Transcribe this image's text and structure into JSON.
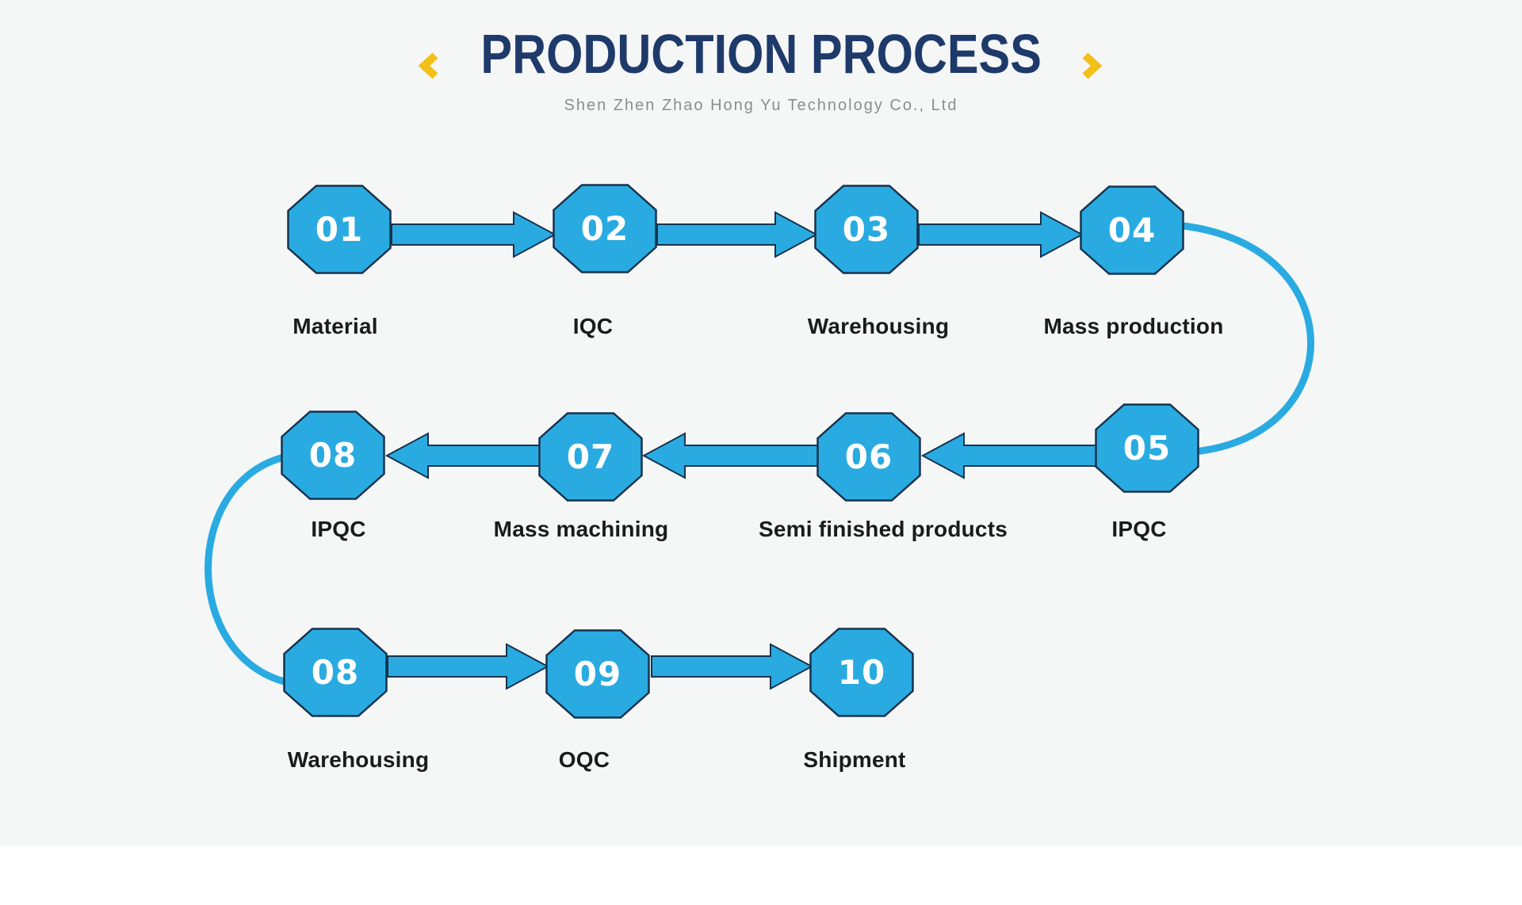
{
  "header": {
    "title": "PRODUCTION PROCESS",
    "subtitle": "Shen Zhen Zhao Hong Yu Technology Co., Ltd"
  },
  "icons": {
    "prev_chevron": "❮",
    "next_chevron": "❯",
    "node_shape": "octagon"
  },
  "colors": {
    "bg": "#f5f6f6",
    "accent": "#29abe2",
    "outline": "#17334d",
    "title": "#1e3a6b",
    "chevron": "#f2c118",
    "label": "#1b1b1b",
    "subtitle": "#8d8d8d",
    "number": "#ffffff"
  },
  "diagram": {
    "nodes": [
      {
        "num": "01",
        "label": "Material"
      },
      {
        "num": "02",
        "label": "IQC"
      },
      {
        "num": "03",
        "label": "Warehousing"
      },
      {
        "num": "04",
        "label": "Mass production"
      },
      {
        "num": "05",
        "label": "IPQC"
      },
      {
        "num": "06",
        "label": "Semi finished products"
      },
      {
        "num": "07",
        "label": "Mass machining"
      },
      {
        "num": "08",
        "label": "IPQC"
      },
      {
        "num": "08",
        "label": "Warehousing"
      },
      {
        "num": "09",
        "label": "OQC"
      },
      {
        "num": "10",
        "label": "Shipment"
      }
    ]
  }
}
